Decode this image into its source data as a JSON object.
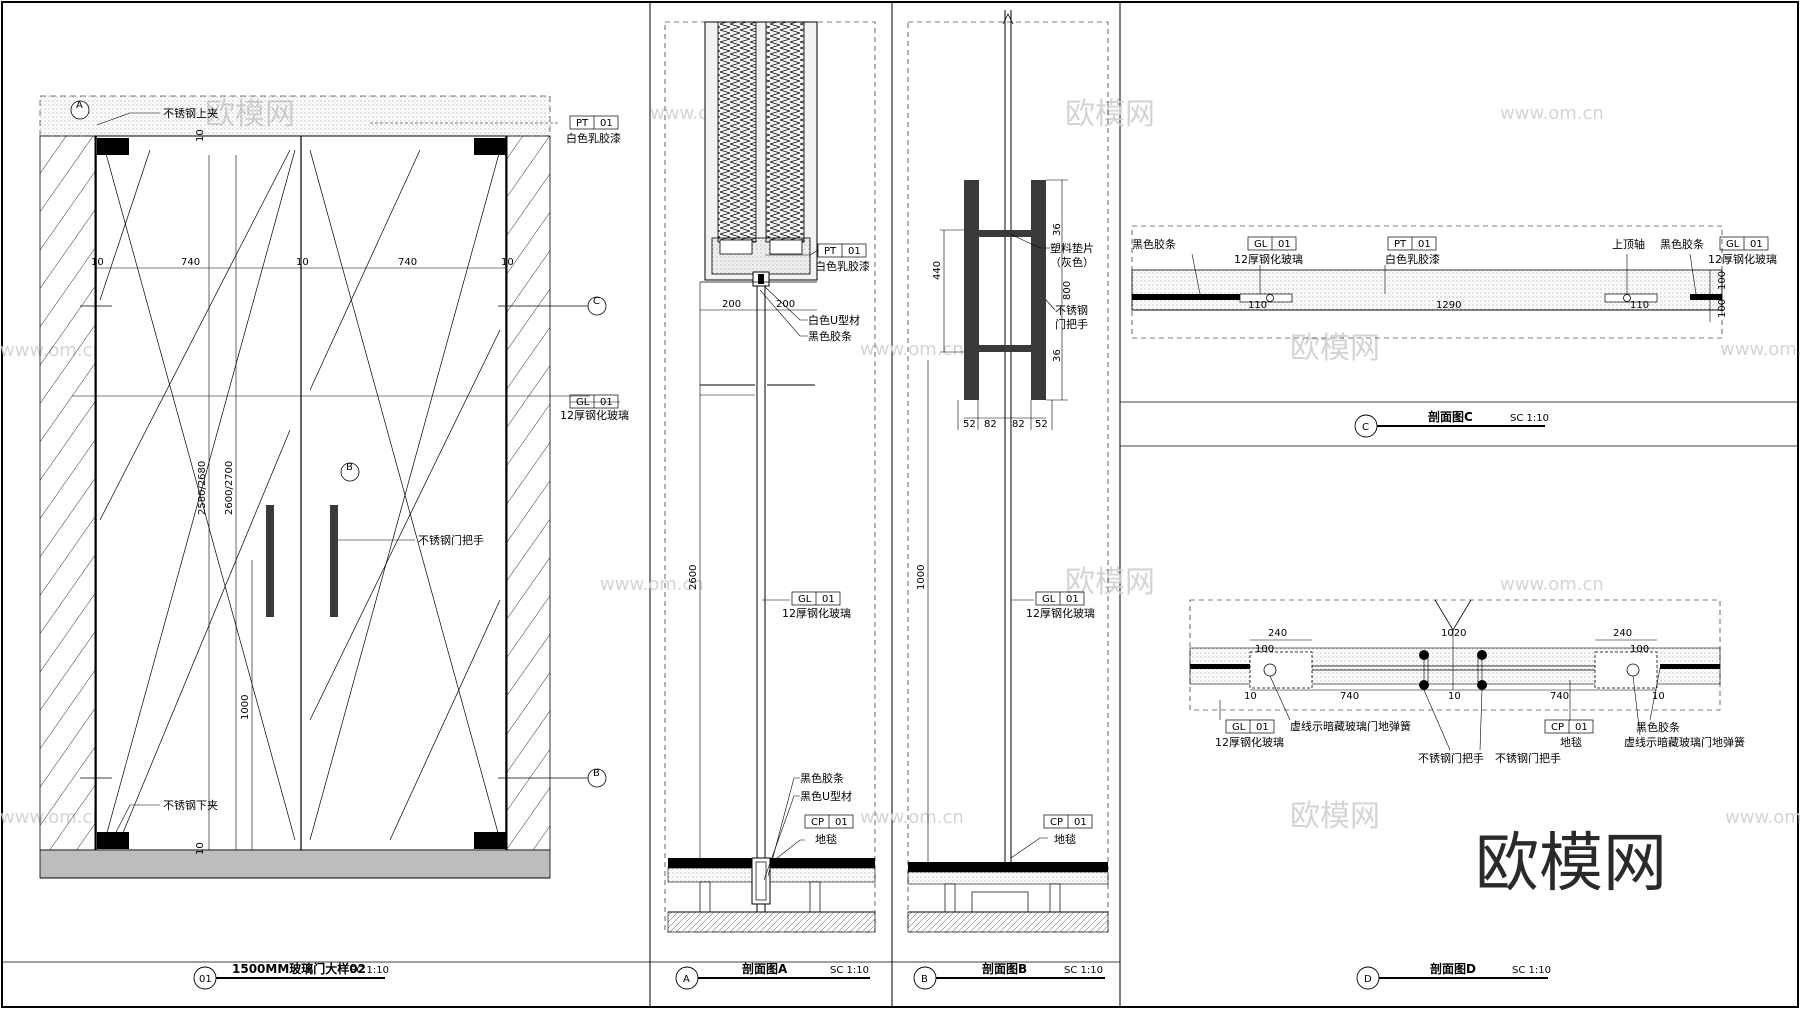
{
  "sheet": {
    "watermark_big": "欧模网",
    "watermark_small": "欧模网",
    "watermark_url": "www.om.cn"
  },
  "elevation": {
    "title": "1500MM玻璃门大样02",
    "scale": "SC 1:10",
    "tag": "01",
    "labels": {
      "top_clamp": "不锈钢上夹",
      "bottom_clamp": "不锈钢下夹",
      "paint": "白色乳胶漆",
      "glass": "12厚钢化玻璃",
      "handle": "不锈钢门把手"
    },
    "codes": {
      "pt": "PT",
      "pt_no": "01",
      "gl": "GL",
      "gl_no": "01"
    },
    "dims": {
      "d10a": "10",
      "d740a": "740",
      "d10b": "10",
      "d740b": "740",
      "d10c": "10",
      "h_total": "2580/2680",
      "h_total2": "2600/2700",
      "h_handle": "1000",
      "top10": "10",
      "bot10": "10"
    },
    "markers": {
      "a": "A",
      "b": "B",
      "c": "C",
      "b2": "B"
    }
  },
  "section_a": {
    "title": "剖面图A",
    "scale": "SC 1:10",
    "tag": "A",
    "labels": {
      "paint": "白色乳胶漆",
      "u_white": "白色U型材",
      "strip_black": "黑色胶条",
      "glass": "12厚钢化玻璃",
      "strip_black2": "黑色胶条",
      "u_black": "黑色U型材",
      "carpet": "地毯"
    },
    "codes": {
      "pt": "PT",
      "pt_no": "01",
      "gl": "GL",
      "gl_no": "01",
      "cp": "CP",
      "cp_no": "01"
    },
    "dims": {
      "w200a": "200",
      "w200b": "200",
      "h2600": "2600"
    }
  },
  "section_b": {
    "title": "剖面图B",
    "scale": "SC 1:10",
    "tag": "B",
    "labels": {
      "pad": "塑料垫片",
      "pad_color": "（灰色）",
      "handle1": "不锈钢",
      "handle2": "门把手",
      "glass": "12厚钢化玻璃",
      "carpet": "地毯"
    },
    "codes": {
      "gl": "GL",
      "gl_no": "01",
      "cp": "CP",
      "cp_no": "01"
    },
    "dims": {
      "d36a": "36",
      "d440": "440",
      "d800": "800",
      "d36b": "36",
      "d52a": "52",
      "d82a": "82",
      "d82b": "82",
      "d52b": "52",
      "d1000": "1000"
    }
  },
  "section_c": {
    "title": "剖面图C",
    "scale": "SC 1:10",
    "tag": "C",
    "labels": {
      "strip_left": "黑色胶条",
      "glass_left": "12厚钢化玻璃",
      "paint": "白色乳胶漆",
      "pivot": "上顶轴",
      "strip_right": "黑色胶条",
      "glass_right": "12厚钢化玻璃"
    },
    "codes": {
      "gl": "GL",
      "gl_no": "01",
      "pt": "PT",
      "pt_no": "01",
      "gl2": "GL",
      "gl2_no": "01"
    },
    "dims": {
      "d110a": "110",
      "d1290": "1290",
      "d110b": "110",
      "d100a": "100",
      "d100b": "100"
    }
  },
  "section_d": {
    "title": "剖面图D",
    "scale": "SC 1:10",
    "tag": "D",
    "labels": {
      "glass": "12厚钢化玻璃",
      "spring_left": "虚线示暗藏玻璃门地弹簧",
      "handle_left": "不锈钢门把手",
      "handle_right": "不锈钢门把手",
      "carpet": "地毯",
      "strip": "黑色胶条",
      "spring_right": "虚线示暗藏玻璃门地弹簧"
    },
    "codes": {
      "gl": "GL",
      "gl_no": "01",
      "cp": "CP",
      "cp_no": "01"
    },
    "dims": {
      "d240a": "240",
      "d1020": "1020",
      "d240b": "240",
      "d100a": "100",
      "d100b": "100",
      "d10a": "10",
      "d740a": "740",
      "d10b": "10",
      "d740b": "740",
      "d10c": "10"
    }
  }
}
